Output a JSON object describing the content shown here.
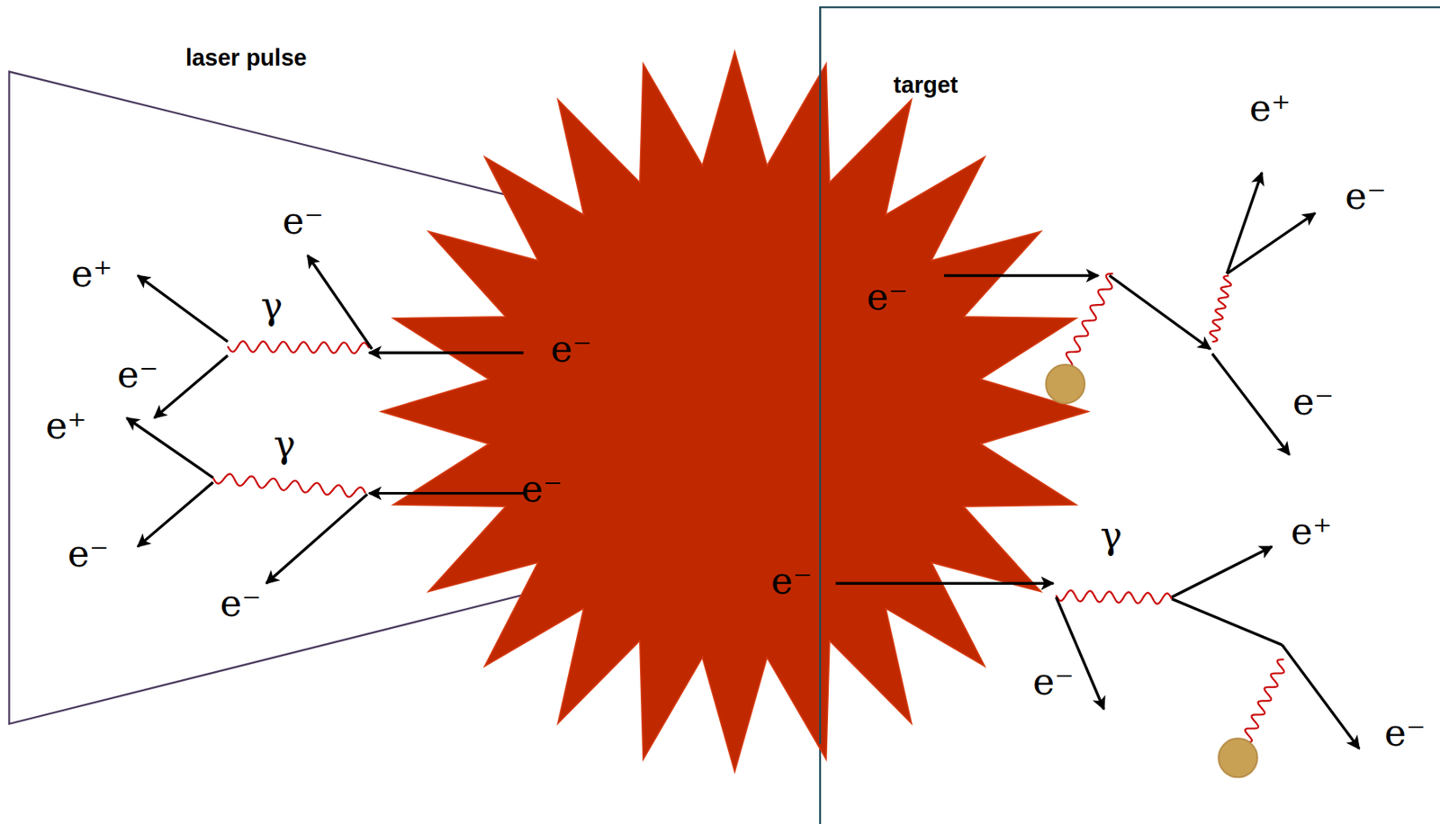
{
  "diagram": {
    "labels": [
      "laser pulse",
      "target",
      "e⁺",
      "γ",
      "e⁻",
      "e⁻",
      "e⁻",
      "e⁺",
      "γ",
      "e⁻",
      "e⁻",
      "e⁻",
      "e⁺",
      "e⁻",
      "e⁻",
      "e⁻",
      "γ",
      "e⁺",
      "e⁻",
      "e⁻",
      "e⁻"
    ]
  }
}
